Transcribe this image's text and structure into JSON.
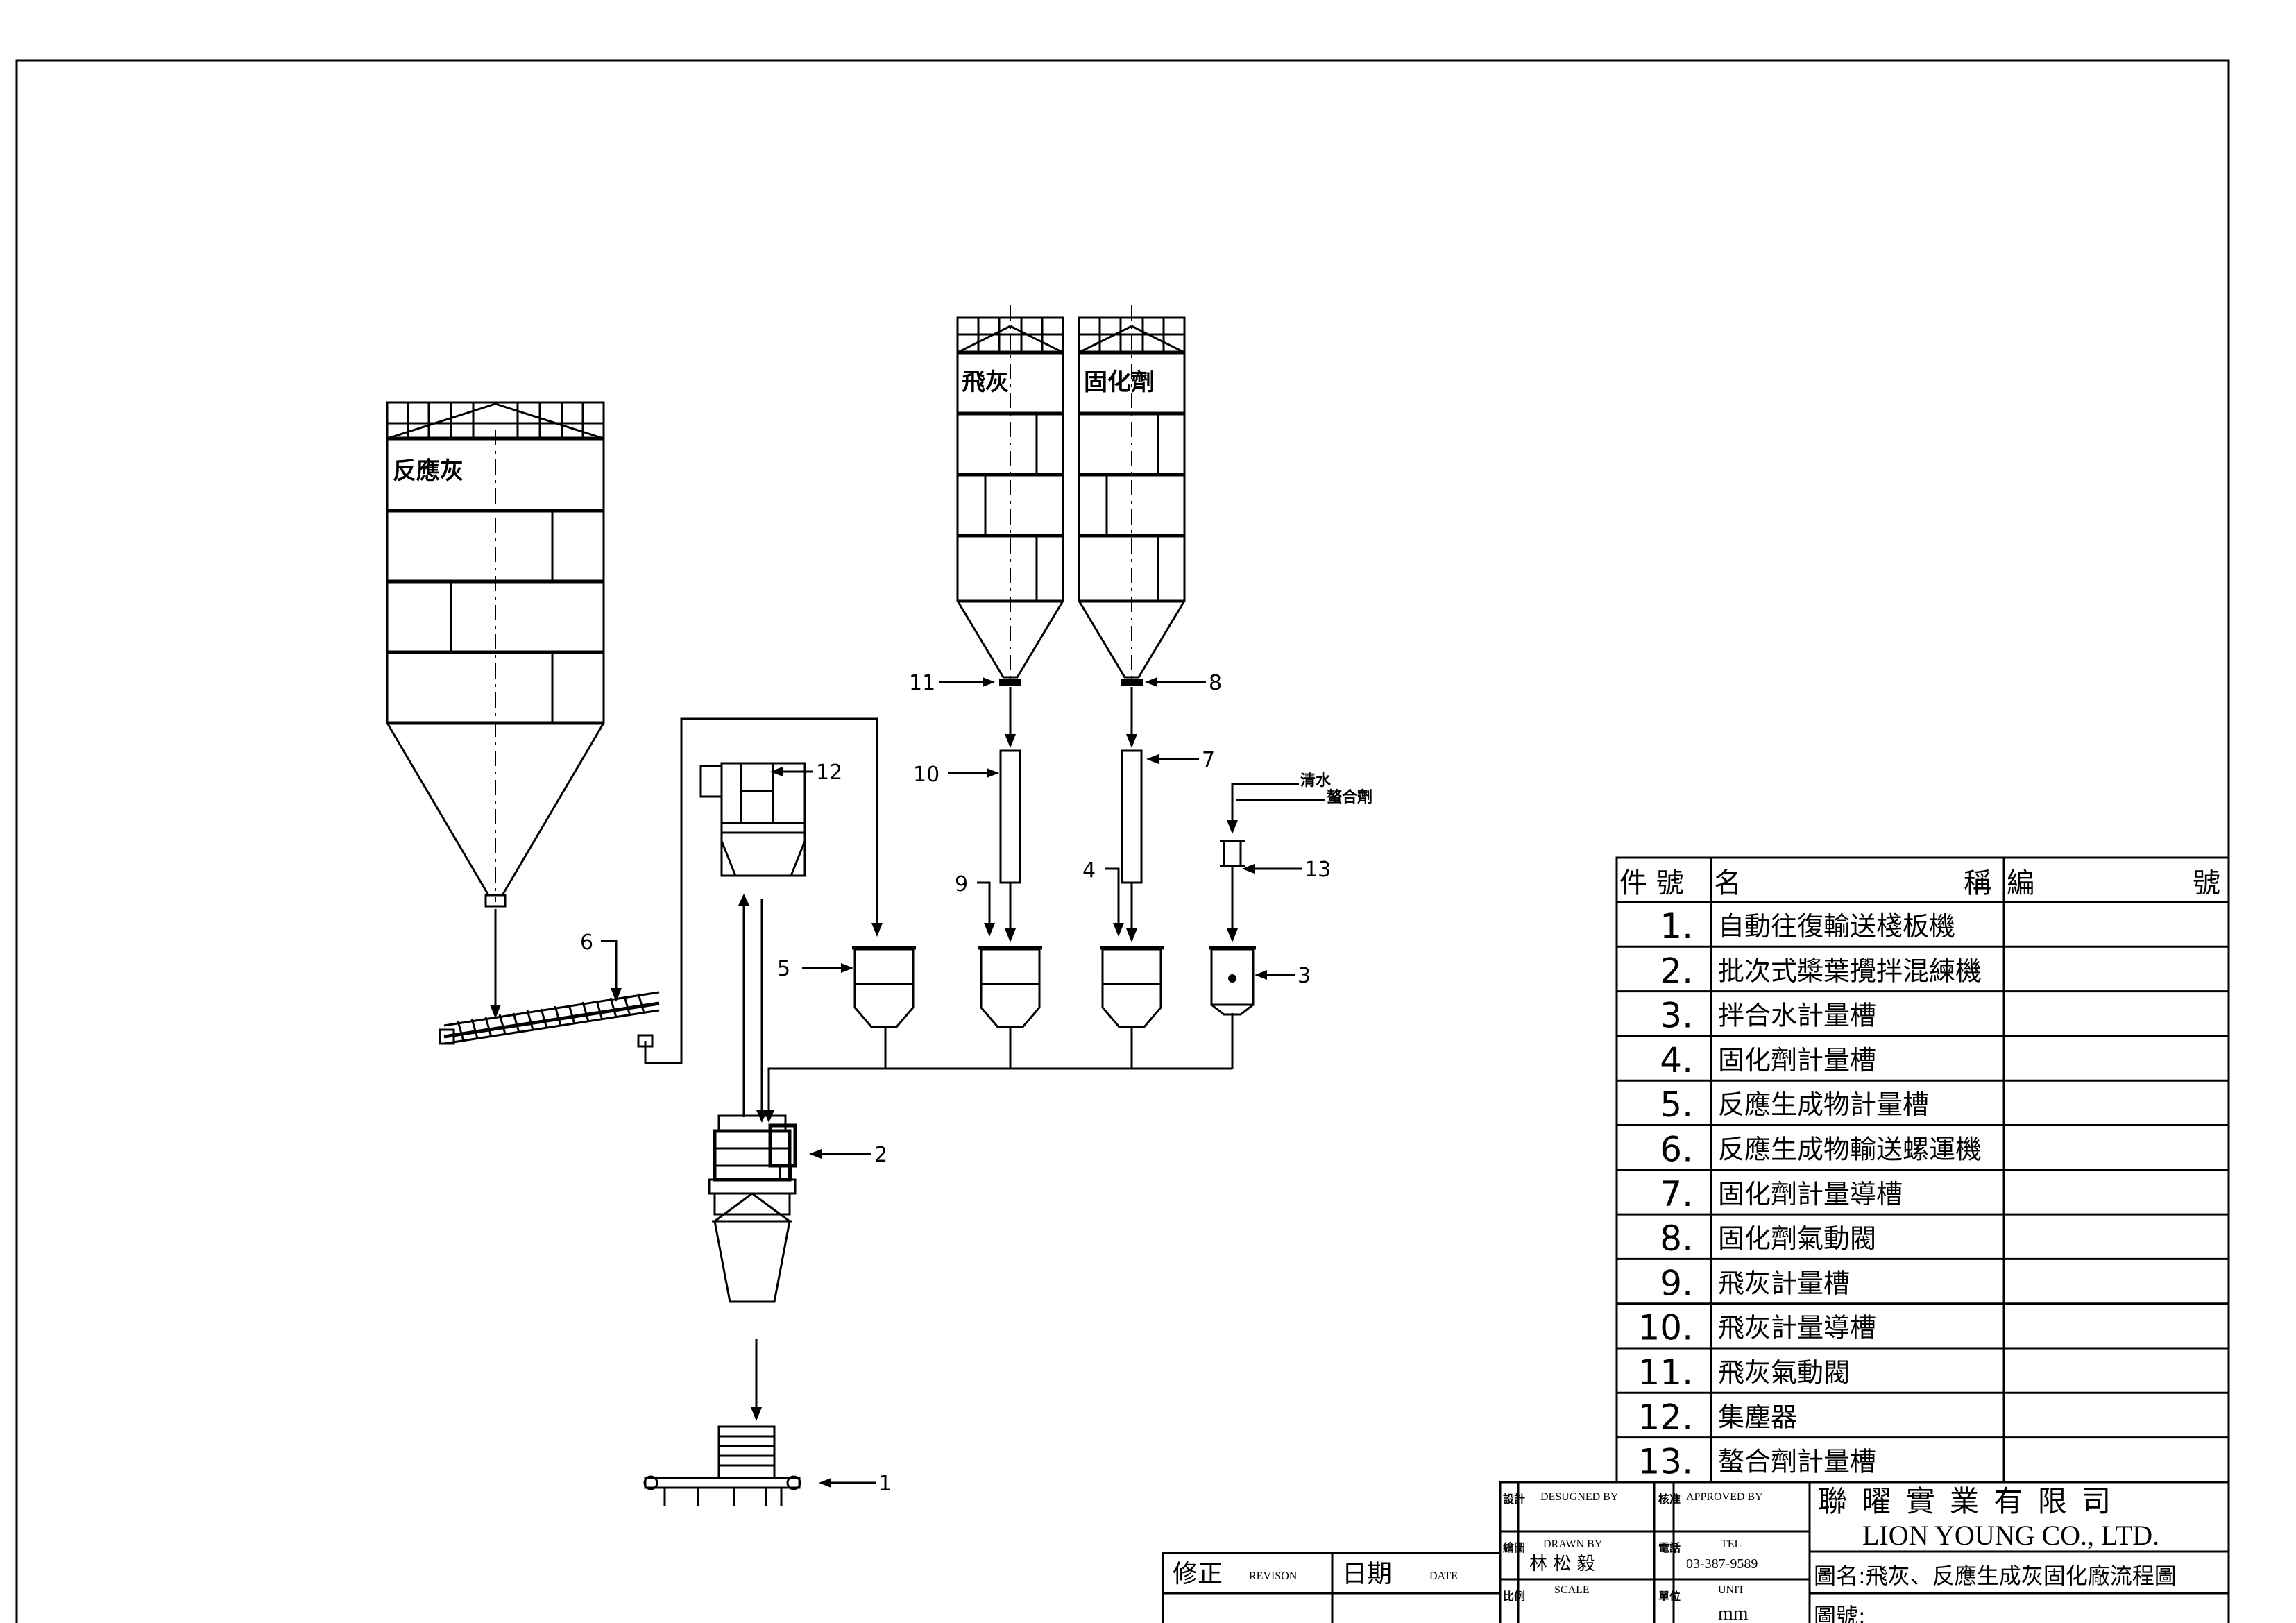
{
  "silos": {
    "reaction_ash": "反應灰",
    "fly_ash": "飛灰",
    "curing_agent": "固化劑"
  },
  "inputs": {
    "clean_water": "清水",
    "chelating_agent": "螯合劑"
  },
  "callouts": [
    "1",
    "2",
    "3",
    "4",
    "5",
    "6",
    "7",
    "8",
    "9",
    "10",
    "11",
    "12",
    "13"
  ],
  "parts_table": {
    "headers": {
      "no": "件 號",
      "name": "名",
      "name2": "稱",
      "code": "編",
      "code2": "號"
    },
    "rows": [
      {
        "no": "1.",
        "name": "自動往復輸送棧板機"
      },
      {
        "no": "2.",
        "name": "批次式槳葉攪拌混練機"
      },
      {
        "no": "3.",
        "name": "拌合水計量槽"
      },
      {
        "no": "4.",
        "name": "固化劑計量槽"
      },
      {
        "no": "5.",
        "name": "反應生成物計量槽"
      },
      {
        "no": "6.",
        "name": "反應生成物輸送螺運機"
      },
      {
        "no": "7.",
        "name": "固化劑計量導槽"
      },
      {
        "no": "8.",
        "name": "固化劑氣動閥"
      },
      {
        "no": "9.",
        "name": "飛灰計量槽"
      },
      {
        "no": "10.",
        "name": "飛灰計量導槽"
      },
      {
        "no": "11.",
        "name": "飛灰氣動閥"
      },
      {
        "no": "12.",
        "name": "集塵器"
      },
      {
        "no": "13.",
        "name": "螯合劑計量槽"
      }
    ]
  },
  "title_block": {
    "design_cn": "設計",
    "designed_by": "DESUGNED BY",
    "check_cn": "核准",
    "approved_by": "APPROVED BY",
    "draw_cn": "繪圖",
    "drawn_by": "DRAWN BY",
    "drawer": "林 松 毅",
    "tel_cn": "電話",
    "tel": "TEL",
    "tel_no": "03-387-9589",
    "scale_cn": "比例",
    "scale": "SCALE",
    "unit_cn": "單位",
    "unit": "UNIT",
    "unit_val": "mm",
    "company_cn": "聯 曜 實 業 有 限 司",
    "company_en": "LION YOUNG CO., LTD.",
    "drawing_name": "圖名:飛灰、反應生成灰固化廠流程圖",
    "drawing_no": "圖號:",
    "revision_cn": "修正",
    "revision": "REVISON",
    "date_cn": "日期",
    "date": "DATE"
  }
}
